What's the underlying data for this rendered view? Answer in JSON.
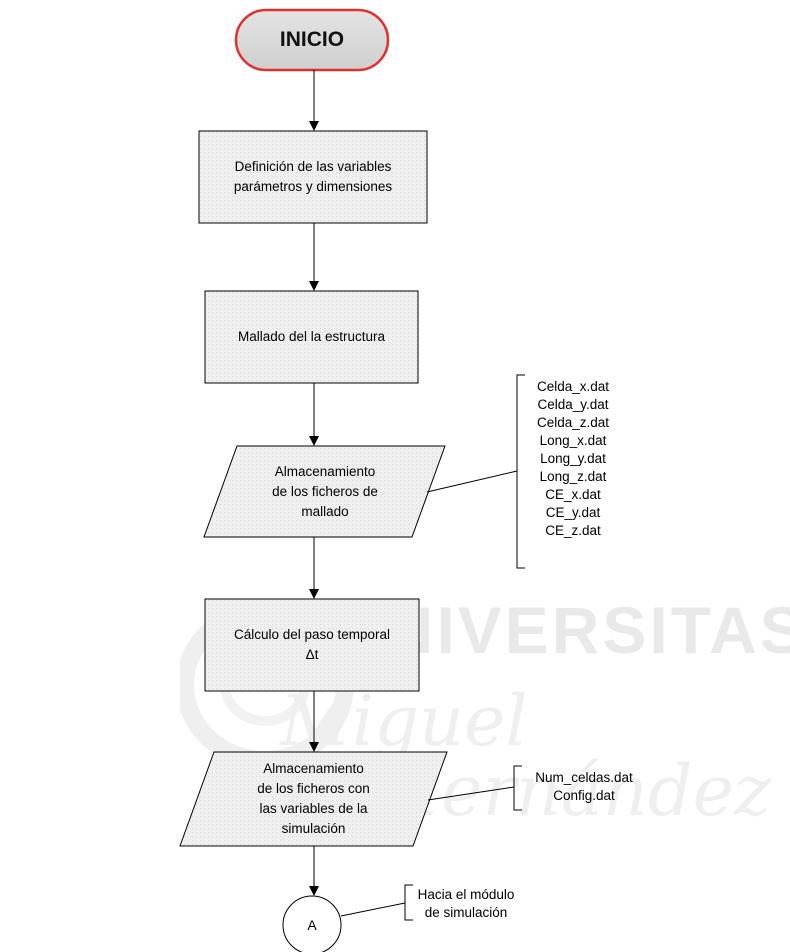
{
  "flowchart": {
    "start": {
      "label": "INICIO",
      "border_color": "#e03030",
      "fill_color": "#d9d9d9"
    },
    "nodes": [
      {
        "id": "def-vars",
        "shape": "process",
        "lines": [
          "Definición de las variables",
          "parámetros y dimensiones"
        ]
      },
      {
        "id": "mallado",
        "shape": "process",
        "lines": [
          "Mallado del la estructura"
        ]
      },
      {
        "id": "almac-mallado",
        "shape": "io",
        "lines": [
          "Almacenamiento",
          "de los ficheros de",
          "mallado"
        ]
      },
      {
        "id": "calc-paso",
        "shape": "process",
        "lines": [
          "Cálculo del paso temporal",
          "Δt"
        ]
      },
      {
        "id": "almac-vars",
        "shape": "io",
        "lines": [
          "Almacenamiento",
          "de los ficheros con",
          "las variables de la",
          "simulación"
        ]
      }
    ],
    "connector": {
      "label": "A"
    },
    "annotations": [
      {
        "id": "files-mallado",
        "lines": [
          "Celda_x.dat",
          "Celda_y.dat",
          "Celda_z.dat",
          "Long_x.dat",
          "Long_y.dat",
          "Long_z.dat",
          "CE_x.dat",
          "CE_y.dat",
          "CE_z.dat"
        ]
      },
      {
        "id": "files-simulacion",
        "lines": [
          "Num_celdas.dat",
          "Config.dat"
        ]
      },
      {
        "id": "to-module",
        "lines": [
          "Hacia el módulo",
          "de simulación"
        ]
      }
    ],
    "node_fill": "#efefef",
    "line_color": "#000000"
  },
  "watermark": {
    "title": "UNIVERSITAS",
    "script_1": "Miguel",
    "script_2": "Hernández"
  }
}
